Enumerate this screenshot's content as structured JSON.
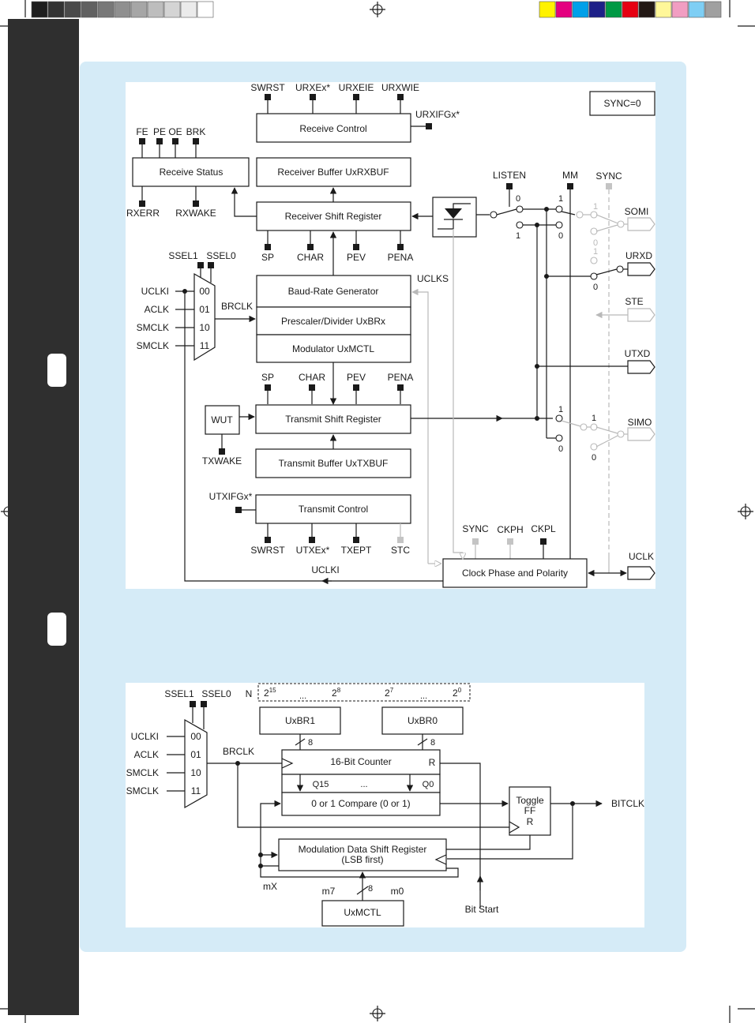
{
  "colors": {
    "panel_background": "#d5ebf7",
    "sidebar": "#2f2f2f",
    "tab": "#ffffff",
    "greyscale_bar": [
      "#1e1e1e",
      "#333333",
      "#4a4a4a",
      "#616161",
      "#787878",
      "#8f8f8f",
      "#a6a6a6",
      "#bdbdbd",
      "#d4d4d4",
      "#ebebeb",
      "#ffffff"
    ],
    "color_bar": [
      "#fff200",
      "#e4007f",
      "#00a0e9",
      "#1d2088",
      "#009944",
      "#e60012",
      "#231815",
      "#fff799",
      "#f19ec2",
      "#7ecef4",
      "#a0a0a0"
    ]
  },
  "diagram1": {
    "sync_label": "SYNC=0",
    "rx_top_pins": [
      "SWRST",
      "URXEx*",
      "URXEIE",
      "URXWIE"
    ],
    "urxifg": "URXIFGx*",
    "receive_control": "Receive Control",
    "status_pins": [
      "FE",
      "PE",
      "OE",
      "BRK"
    ],
    "receive_status": "Receive Status",
    "receiver_buffer": "Receiver Buffer UxRXBUF",
    "rxerr": "RXERR",
    "rxwake": "RXWAKE",
    "receiver_shift_register": "Receiver Shift Register",
    "rx_bottom_pins": [
      "SP",
      "CHAR",
      "PEV",
      "PENA"
    ],
    "listen": "LISTEN",
    "mm": "MM",
    "sync": "SYNC",
    "somi": "SOMI",
    "urxd": "URXD",
    "ste": "STE",
    "utxd": "UTXD",
    "simo": "SIMO",
    "uclk": "UCLK",
    "uclks": "UCLKS",
    "ssel1": "SSEL1",
    "ssel0": "SSEL0",
    "clock_inputs": [
      "UCLKI",
      "ACLK",
      "SMCLK",
      "SMCLK"
    ],
    "mux_codes": [
      "00",
      "01",
      "10",
      "11"
    ],
    "brclk": "BRCLK",
    "baud_rate_generator": "Baud-Rate Generator",
    "prescaler": "Prescaler/Divider UxBRx",
    "modulator": "Modulator UxMCTL",
    "tx_top_pins": [
      "SP",
      "CHAR",
      "PEV",
      "PENA"
    ],
    "wut": "WUT",
    "txwake": "TXWAKE",
    "transmit_shift_register": "Transmit Shift Register",
    "transmit_buffer": "Transmit Buffer UxTXBUF",
    "utxifg": "UTXIFGx*",
    "transmit_control": "Transmit Control",
    "tx_bottom_pins": [
      "SWRST",
      "UTXEx*",
      "TXEPT",
      "STC"
    ],
    "clk_pins": [
      "SYNC",
      "CKPH",
      "CKPL"
    ],
    "clock_phase_polarity": "Clock Phase and Polarity",
    "uclki": "UCLKI",
    "switch_digits": {
      "zero": "0",
      "one": "1"
    }
  },
  "diagram2": {
    "ssel1": "SSEL1",
    "ssel0": "SSEL0",
    "n_label": "N",
    "bit_base": "2",
    "bit_exponents": [
      "15",
      "8",
      "7",
      "0"
    ],
    "ellipsis": "...",
    "uxbr1": "UxBR1",
    "uxbr0": "UxBR0",
    "bus_width": "8",
    "clock_inputs": [
      "UCLKI",
      "ACLK",
      "SMCLK",
      "SMCLK"
    ],
    "mux_codes": [
      "00",
      "01",
      "10",
      "11"
    ],
    "brclk": "BRCLK",
    "counter": "16-Bit Counter",
    "reset": "R",
    "q15": "Q15",
    "q0": "Q0",
    "compare": "0 or 1 Compare (0 or 1)",
    "toggle_ff": [
      "Toggle",
      "FF",
      "R"
    ],
    "bitclk": "BITCLK",
    "modulation_register": [
      "Modulation Data Shift Register",
      "(LSB first)"
    ],
    "mx": "mX",
    "m7": "m7",
    "m0": "m0",
    "uxmctl": "UxMCTL",
    "bit_start": "Bit Start"
  }
}
